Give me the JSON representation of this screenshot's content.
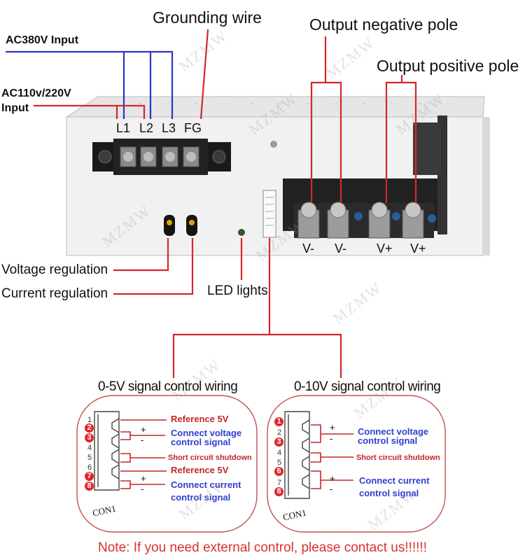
{
  "labels": {
    "grounding_wire": "Grounding wire",
    "output_negative": "Output negative pole",
    "output_positive": "Output positive pole",
    "ac380": "AC380V Input",
    "ac110_line1": "AC110v/220V",
    "ac110_line2": "Input",
    "voltage_regulation": "Voltage regulation",
    "current_regulation": "Current regulation",
    "led_lights": "LED lights"
  },
  "terminals": {
    "input": [
      "L1",
      "L2",
      "L3",
      "FG"
    ],
    "output": [
      "V-",
      "V-",
      "V+",
      "V+"
    ]
  },
  "panel_left": {
    "title": "0-5V signal control wiring",
    "connector": "CON1",
    "pins": [
      "1",
      "2",
      "3",
      "4",
      "5",
      "6",
      "7",
      "8"
    ],
    "highlighted_pins": [
      "2",
      "3",
      "7",
      "8"
    ],
    "labels": {
      "ref1": "Reference 5V",
      "volt1": "Connect voltage",
      "volt2": "control signal",
      "short": "Short circuit shutdown",
      "ref2": "Reference 5V",
      "curr1": "Connect current",
      "curr2": "control signal"
    }
  },
  "panel_right": {
    "title": "0-10V signal control wiring",
    "connector": "CON1",
    "pins": [
      "1",
      "2",
      "3",
      "4",
      "5",
      "6",
      "7",
      "8"
    ],
    "highlighted_pins": [
      "1",
      "3",
      "6",
      "8"
    ],
    "labels": {
      "volt1": "Connect voltage",
      "volt2": "control signal",
      "short": "Short circuit shutdown",
      "curr1": "Connect current",
      "curr2": "control signal"
    }
  },
  "polarity": {
    "plus": "+",
    "minus": "-"
  },
  "note": "Note: If you need external control, please contact us!!!!!!",
  "watermark": "MZMW",
  "colors": {
    "red_wire": "#d4282a",
    "blue_wire": "#2a35c9",
    "note": "#d8302f",
    "blue_text": "#2e3fcf",
    "red_text": "#c0282a"
  }
}
